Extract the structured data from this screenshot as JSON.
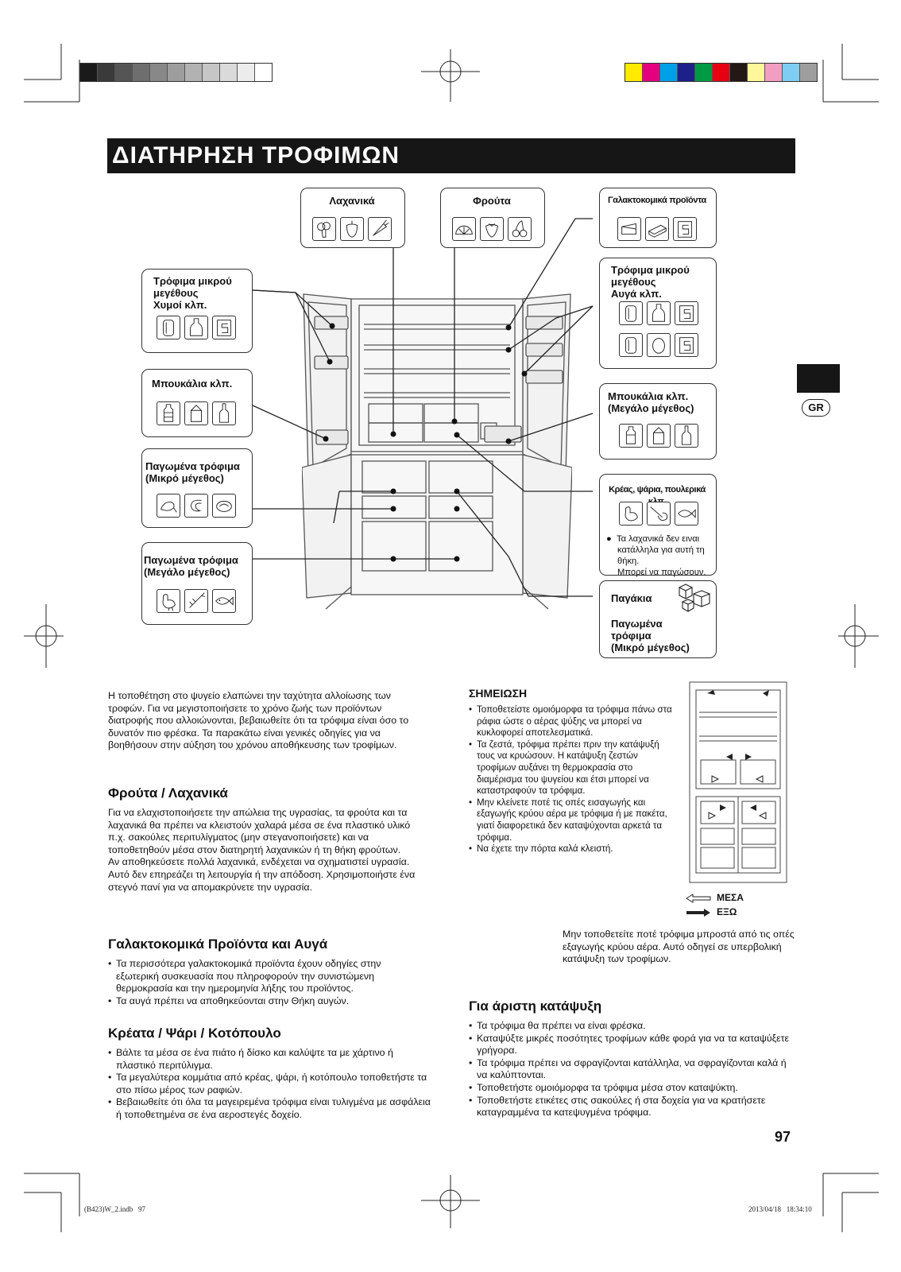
{
  "page": {
    "title": "ΔΙΑΤΗΡΗΣΗ ΤΡΟΦΙΜΩΝ",
    "lang_badge": "GR",
    "page_number": "97",
    "footer_left": "(B423)W_2.indb   97",
    "footer_right": "2013/04/18   18:34:10"
  },
  "diagram": {
    "vegetables": {
      "label": "Λαχανικά",
      "icons": [
        "broccoli-icon",
        "pepper-icon",
        "carrot-icon"
      ]
    },
    "fruits": {
      "label": "Φρούτα",
      "icons": [
        "orange-slice-icon",
        "strawberry-icon",
        "cherry-icon"
      ]
    },
    "dairy": {
      "label": "Γαλακτοκομικά προϊόντα",
      "icons": [
        "cheese-icon",
        "butter-icon",
        "yogurt-icon"
      ]
    },
    "small_left": {
      "label_lines": [
        "Τρόφιμα μικρού",
        "μεγέθους",
        "Χυμοί κλπ."
      ],
      "icons": [
        "can-icon",
        "bottle-icon",
        "carton-icon"
      ]
    },
    "small_right": {
      "label_lines": [
        "Τρόφιμα μικρού",
        "μεγέθους",
        "Αυγά κλπ."
      ],
      "icons": [
        "can-icon",
        "bottle-icon",
        "carton-icon",
        "can-icon",
        "egg-icon",
        "carton-icon"
      ]
    },
    "bottles_left": {
      "label": "Μπουκάλια κλπ.",
      "icons": [
        "water-bottle-icon",
        "milk-carton-icon",
        "wine-bottle-icon"
      ]
    },
    "bottles_right": {
      "label_lines": [
        "Μπουκάλια κλπ.",
        "(Μεγάλο μέγεθος)"
      ],
      "icons": [
        "water-bottle-icon",
        "milk-carton-icon",
        "wine-bottle-icon"
      ]
    },
    "frozen_small": {
      "label_lines": [
        "Παγωμένα τρόφιμα",
        "(Μικρό μέγεθος)"
      ],
      "icons": [
        "drumstick-icon",
        "shrimp-icon",
        "fish-fillet-icon"
      ]
    },
    "frozen_large": {
      "label_lines": [
        "Παγωμένα τρόφιμα",
        "(Μεγάλο μέγεθος)"
      ],
      "icons": [
        "chicken-icon",
        "lobster-icon",
        "fish-icon"
      ]
    },
    "meat": {
      "label": "Κρέας, ψάρια, πουλερικά κλπ.",
      "icons": [
        "chicken-icon",
        "meat-icon",
        "fish-icon"
      ],
      "note_lines": [
        "Τα λαχανικά δεν ειναι",
        "κατάλληλα για αυτή τη θήκη.",
        "Μπορεί να παγώσουν."
      ]
    },
    "ice": {
      "label": "Παγάκια",
      "label_lines": [
        "Παγωμένα",
        "τρόφιμα",
        "(Μικρό μέγεθος)"
      ],
      "icon": "ice-cubes-icon"
    }
  },
  "intro": "Η τοποθέτηση στο ψυγείο ελαπώνει την ταχύτητα αλλοίωσης των τροφών. Για να μεγιστοποιήσετε το χρόνο ζωής των προϊόντων διατροφής που αλλοιώνονται, βεβαιωθείτε ότι τα τρόφιμα είναι όσο το δυνατόν πιο φρέσκα. Τα παρακάτω είναι γενικές οδηγίες για να βοηθήσουν στην αύξηση του χρόνου αποθήκευσης των τροφίμων.",
  "fruits_section": {
    "heading": "Φρούτα / Λαχανικά",
    "text": "Για να ελαχιστοποιήσετε την απώλεια της υγρασίας, τα φρούτα και τα λαχανικά θα πρέπει να κλειστούν χαλαρά μέσα σε ένα πλαστικό υλικό π.χ. σακούλες περιτυλίγματος (μην στεγανοποιήσετε) και να τοποθετηθούν μέσα στον διατηρητή λαχανικών ή τη θήκη φρούτων.\nΑν αποθηκεύσετε πολλά λαχανικά, ενδέχεται να σχηματιστεί υγρασία. Αυτό δεν επηρεάζει τη λειτουργία ή την απόδοση. Χρησιμοποιήστε ένα στεγνό πανί για να απομακρύνετε την υγρασία."
  },
  "dairy_section": {
    "heading": "Γαλακτοκομικά Προϊόντα και Αυγά",
    "items": [
      "Τα περισσότερα γαλακτοκομικά προϊόντα έχουν οδηγίες στην εξωτερική συσκευασία που πληροφορούν την συνιστώμενη θερμοκρασία και την ημερομηνία λήξης του προϊόντος.",
      "Τα αυγά πρέπει να αποθηκεύονται στην Θήκη αυγών."
    ]
  },
  "meat_section": {
    "heading": "Κρέατα / Ψάρι / Κοτόπουλο",
    "items": [
      "Βάλτε τα μέσα σε ένα πιάτο ή δίσκο και καλύψτε τα με χάρτινο ή πλαστικό περιτύλιγμα.",
      "Τα μεγαλύτερα κομμάτια από κρέας, ψάρι, ή κοτόπουλο τοποθετήστε τα στο πίσω μέρος των ραφιών.",
      "Βεβαιωθείτε ότι όλα τα μαγειρεμένα τρόφιμα είναι τυλιγμένα με ασφάλεια ή τοποθετημένα σε ένα αεροστεγές δοχείο."
    ]
  },
  "note_section": {
    "heading": "ΣΗΜΕΙΩΣΗ",
    "items": [
      "Τοποθετείστε ομοιόμορφα τα τρόφιμα πάνω στα ράφια ώστε ο αέρας ψύξης να μπορεί να κυκλοφορεί αποτελεσματικά.",
      "Τα ζεστά, τρόφιμα πρέπει πριν την κατάψυξή τους να κρυώσουν. Η κατάψυξη ζεστών τροφίμων αυξάνει τη θερμοκρασία στο διαμέρισμα του ψυγείου και έτσι μπορεί να καταστραφούν τα τρόφιμα.",
      "Μην κλείνετε ποτέ τις οπές εισαγωγής και εξαγωγής κρύου αέρα με τρόφιμα ή με πακέτα, γιατί διαφορετικά δεν καταψύχονται αρκετά τα τρόφιμα.",
      "Να έχετε την πόρτα καλά κλειστή."
    ],
    "legend_in": "ΜΕΣΑ",
    "legend_out": "ΕΞΩ",
    "warning": "Μην τοποθετείτε ποτέ τρόφιμα μπροστά από τις οπές εξαγωγής κρύου αέρα. Αυτό οδηγεί σε υπερβολική κατάψυξη των τροφίμων."
  },
  "freeze_section": {
    "heading": "Για άριστη κατάψυξη",
    "items": [
      "Τα τρόφιμα θα πρέπει να είναι φρέσκα.",
      "Καταψύξτε μικρές ποσότητες τροφίμων κάθε φορά για να τα καταψύξετε γρήγορα.",
      "Τα τρόφιμα πρέπει να σφραγίζονται κατάλληλα, να σφραγίζονται καλά ή να καλύπτονται.",
      "Τοποθετήστε ομοιόμορφα τα τρόφιμα μέσα στον καταψύκτη.",
      "Τοποθετήστε ετικέτες στις σακούλες ή στα δοχεία για να κρατήσετε καταγραμμένα τα κατεψυγμένα τρόφιμα."
    ]
  },
  "colors": {
    "title_bg": "#161616",
    "gray_bar": [
      "#1a1a1a",
      "#3a3a3a",
      "#555555",
      "#6e6e6e",
      "#888888",
      "#9d9d9d",
      "#b2b2b2",
      "#c6c6c6",
      "#dadada",
      "#ececec",
      "#ffffff"
    ],
    "color_bar": [
      "#ffea00",
      "#e4007f",
      "#00a0e9",
      "#1d2088",
      "#009944",
      "#e60012",
      "#231815",
      "#fff799",
      "#f19ec2",
      "#7ecef4",
      "#9e9e9f"
    ]
  }
}
